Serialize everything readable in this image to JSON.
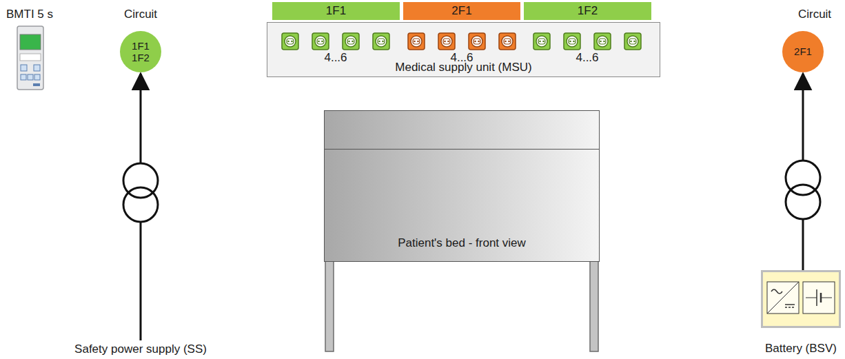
{
  "diagram": {
    "nodes": [
      {
        "text": [
          "1F1 1F2"
        ]
      },
      {
        "text": [
          "1F1"
        ]
      },
      {
        "text": [
          "2F1"
        ]
      },
      {
        "text": [
          "1F2"
        ]
      },
      {
        "text": [
          "Medical supply unit (MSU)"
        ]
      },
      {
        "text": [
          "2F1"
        ]
      },
      {
        "text": [
          "Patient's bed - front view"
        ]
      },
      {
        "text": [
          "Battery (BSV)"
        ]
      }
    ],
    "edges": [
      {
        "from": 7,
        "to": 5,
        "arrow": "to"
      }
    ],
    "labels": [
      "BMTI 5 s",
      "Circuit",
      "4...6",
      "4...6",
      "4...6",
      "Circuit",
      "Safety power supply (SS)"
    ]
  }
}
